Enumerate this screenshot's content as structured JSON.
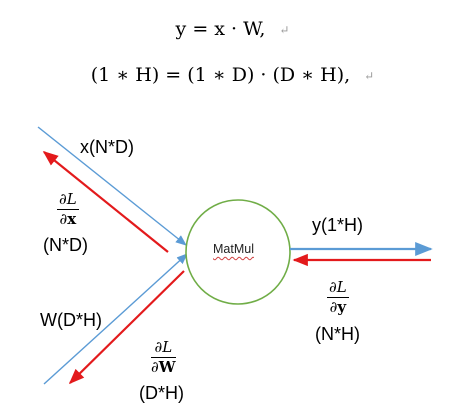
{
  "equations": {
    "line1": "y = x · W,",
    "line2": "(1 ∗ H) = (1 ∗ D) · (D ∗ H),",
    "paragraph_mark": "↵"
  },
  "diagram": {
    "node_label": "MatMul",
    "inputs": {
      "x_label": "x(N*D)",
      "w_label": "W(D*H)"
    },
    "output": {
      "y_label": "y(1*H)"
    },
    "gradients": {
      "dx": {
        "numerator": "∂L",
        "denominator_prefix": "∂",
        "denominator_var": "x",
        "shape": "(N*D)"
      },
      "dw": {
        "numerator": "∂L",
        "denominator_prefix": "∂",
        "denominator_var": "W",
        "shape": "(D*H)"
      },
      "dy": {
        "numerator": "∂L",
        "denominator_prefix": "∂",
        "denominator_var": "y",
        "shape": "(N*H)"
      }
    },
    "colors": {
      "forward": "#5b9bd5",
      "backward": "#e31a1c",
      "node_stroke": "#70ad47"
    }
  }
}
